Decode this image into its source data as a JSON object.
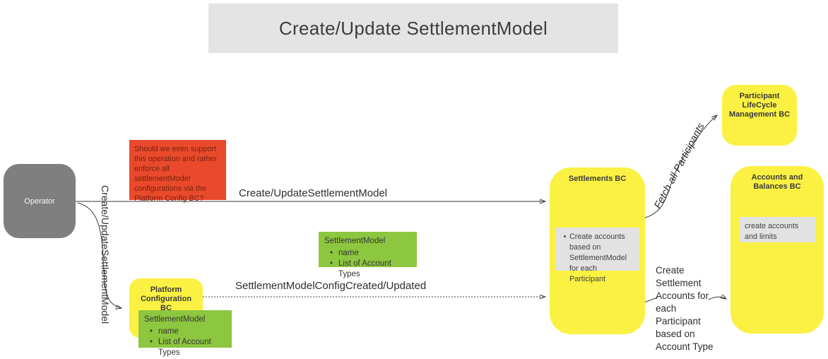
{
  "title": "Create/Update SettlementModel",
  "nodes": {
    "operator": {
      "label": "Operator"
    },
    "platform_config": {
      "label": "Platform Configuration BC"
    },
    "settlements": {
      "label": "Settlements BC",
      "note": "Create accounts based on SettlementModel for each Participant"
    },
    "participant_lifecycle": {
      "label": "Participant LifeCycle Management BC"
    },
    "accounts_balances": {
      "label": "Accounts and Balances BC",
      "note": "create accounts and limits"
    }
  },
  "sticky_notes": {
    "question": "Should we even support this operation and rather enforce all settlementModel configurations via the Platform Config BC?",
    "settlement_model_mid": {
      "title": "SettlementModel",
      "items": [
        "name",
        "List of Account Types"
      ]
    },
    "settlement_model_bottom": {
      "title": "SettlementModel",
      "items": [
        "name",
        "List of Account Types"
      ]
    }
  },
  "edges": {
    "create_update_to_settlements": "Create/UpdateSettlementModel",
    "create_update_to_platform_config": "Create/UpdateSettlementModel",
    "settlement_model_config_created": "SettlementModelConfigCreated/Updated",
    "fetch_all_participants": "Fetch all Participants",
    "create_settlement_accounts": "Create Settlement Accounts for each Participant based on Account Type"
  },
  "colors": {
    "node_yellow": "#fbf143",
    "note_green": "#8dc63f",
    "note_red": "#e84a2b",
    "note_red_text": "#7e2110",
    "operator_gray": "#7f7f7f",
    "banner_gray": "#e4e4e4",
    "inner_gray": "#e2e2e2",
    "line": "#3a3a3a"
  }
}
